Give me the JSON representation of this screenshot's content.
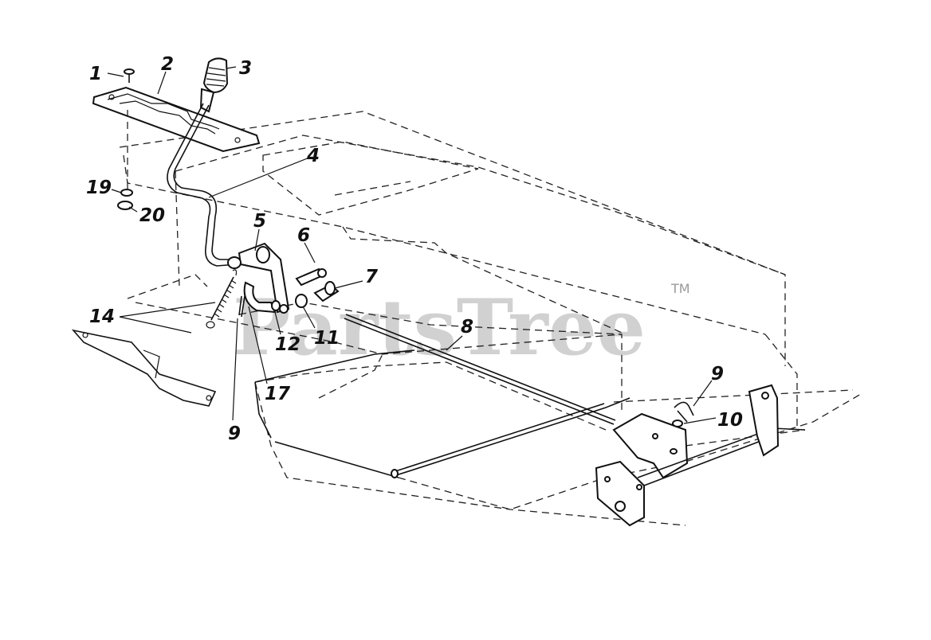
{
  "diagram": {
    "watermark": "PartsTree",
    "trademark": "TM",
    "callouts": [
      {
        "id": "c1",
        "label": "1"
      },
      {
        "id": "c2",
        "label": "2"
      },
      {
        "id": "c3",
        "label": "3"
      },
      {
        "id": "c4",
        "label": "4"
      },
      {
        "id": "c5",
        "label": "5"
      },
      {
        "id": "c6",
        "label": "6"
      },
      {
        "id": "c7",
        "label": "7"
      },
      {
        "id": "c8",
        "label": "8"
      },
      {
        "id": "c9a",
        "label": "9"
      },
      {
        "id": "c9b",
        "label": "9"
      },
      {
        "id": "c10",
        "label": "10"
      },
      {
        "id": "c11",
        "label": "11"
      },
      {
        "id": "c12",
        "label": "12"
      },
      {
        "id": "c14",
        "label": "14"
      },
      {
        "id": "c17",
        "label": "17"
      },
      {
        "id": "c19",
        "label": "19"
      },
      {
        "id": "c20",
        "label": "20"
      }
    ]
  }
}
